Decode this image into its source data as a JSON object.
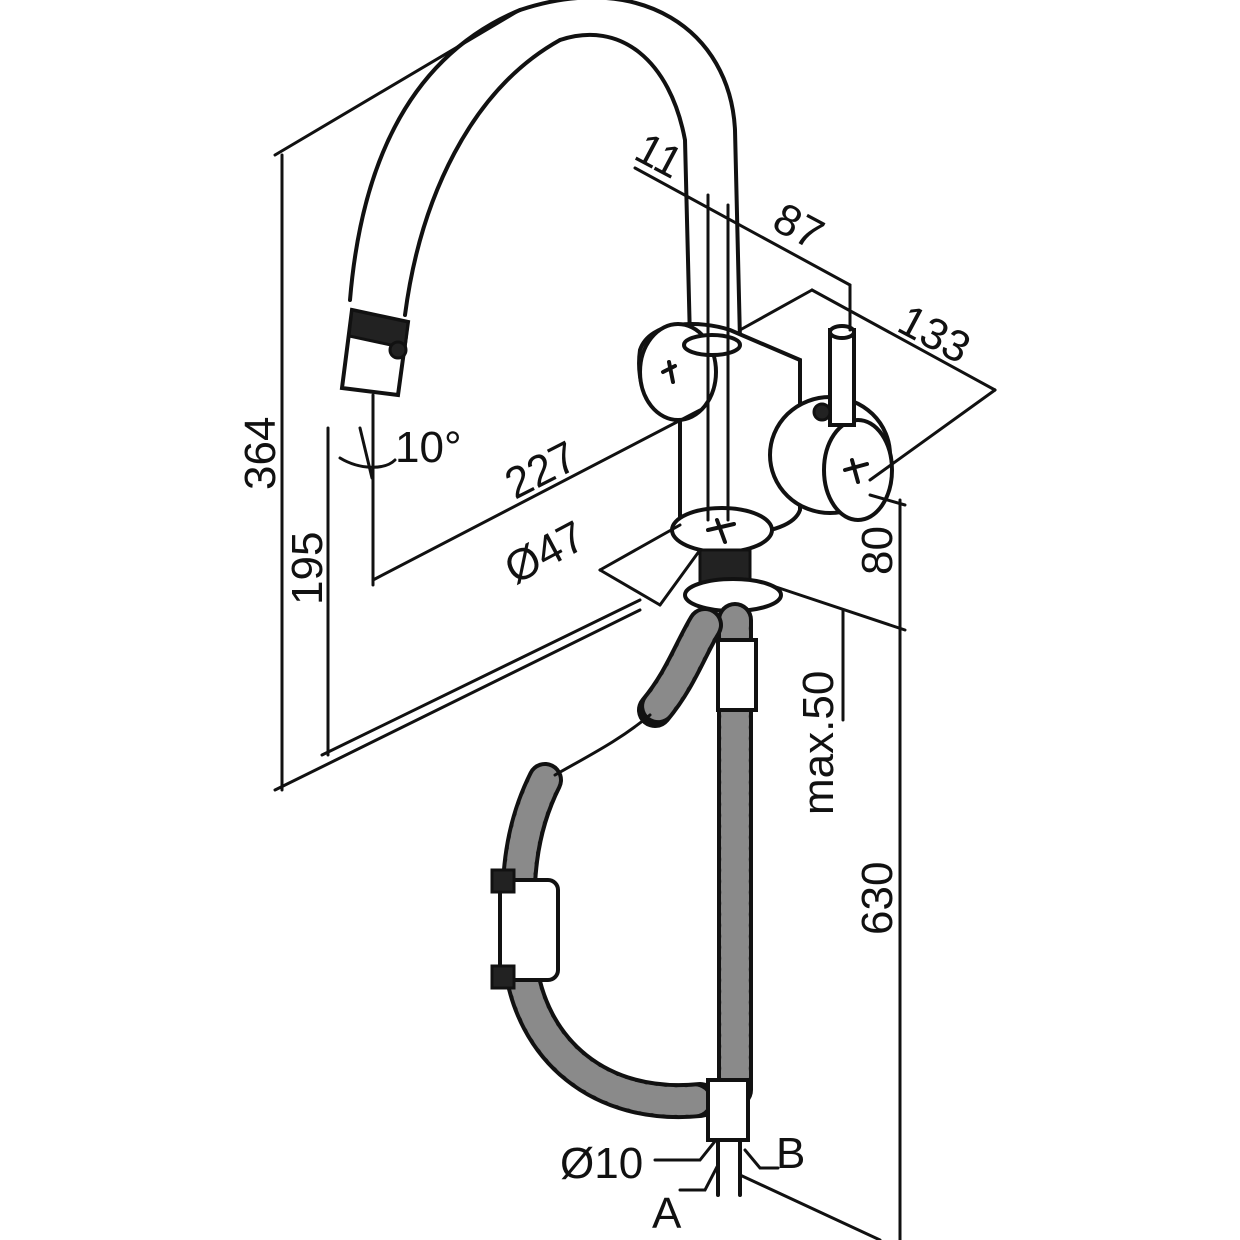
{
  "dimensions": {
    "height_total": "364",
    "height_spout": "195",
    "reach": "227",
    "angle": "10°",
    "handle_offset": "11",
    "handle_distance": "87",
    "depth": "133",
    "base_diameter": "Ø47",
    "base_height": "80",
    "max_counter": "max.50",
    "hose_length": "630",
    "hose_diameter": "Ø10"
  },
  "connections": {
    "a": "A",
    "b": "B"
  }
}
